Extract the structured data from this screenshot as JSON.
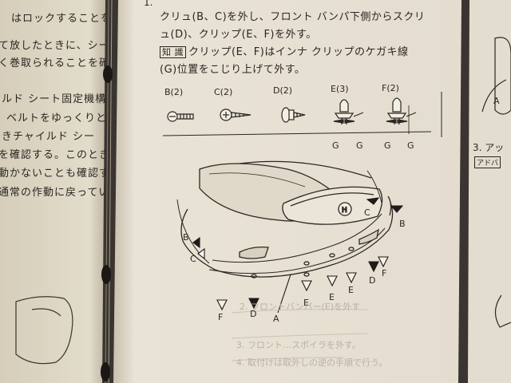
{
  "left_page": {
    "lines": [
      "はロックすることを",
      "て放したときに、シー",
      "く巻取られることを確",
      "ルド シート固定機構",
      "ベルトをゆっくりと",
      "きチャイルド シー",
      "を確認する。このとき",
      "動かないことも確認す",
      "通常の作動に戻ってい"
    ]
  },
  "main_page": {
    "step_number": "1.",
    "instruction_lines": [
      "クリュ(B、C)を外し、フロント バンパ下側からスクリ",
      "ュ(D)、クリップ(E、F)を外す。"
    ],
    "tip_tag": "知 識",
    "tip_lines": [
      "クリップ(E、F)はインナ クリップのケガキ線",
      "(G)位置をこじり上げて外す。"
    ],
    "fasteners": [
      {
        "label": "B(2)",
        "icon": "screw-icon"
      },
      {
        "label": "C(2)",
        "icon": "tapping-screw-icon"
      },
      {
        "label": "D(2)",
        "icon": "flange-screw-icon"
      },
      {
        "label": "E(3)",
        "icon": "push-clip-icon"
      },
      {
        "label": "F(2)",
        "icon": "push-clip-icon"
      }
    ],
    "g_labels": [
      "G",
      "G",
      "G",
      "G"
    ],
    "diagram_callouts": {
      "B_left": "B",
      "C_left": "C",
      "C_top": "C",
      "B_right": "B",
      "F_left": "F",
      "D_mid": "D",
      "A": "A",
      "E_1": "E",
      "E_2": "E",
      "E_3": "E",
      "D_right": "D",
      "F_right": "F"
    },
    "faint_lines": [
      "2. フロントバンパー(E)を外す",
      "3. フロント…スポイラを外す。",
      "4. 取付けは取外しの逆の手順で行う。"
    ]
  },
  "right_page": {
    "callout_A": "A",
    "step_text": "3. アッ",
    "tag_text": "アドバ"
  },
  "colors": {
    "paper": "#e6e0d2",
    "ink": "#2a2622",
    "binding": "#3a3530"
  }
}
